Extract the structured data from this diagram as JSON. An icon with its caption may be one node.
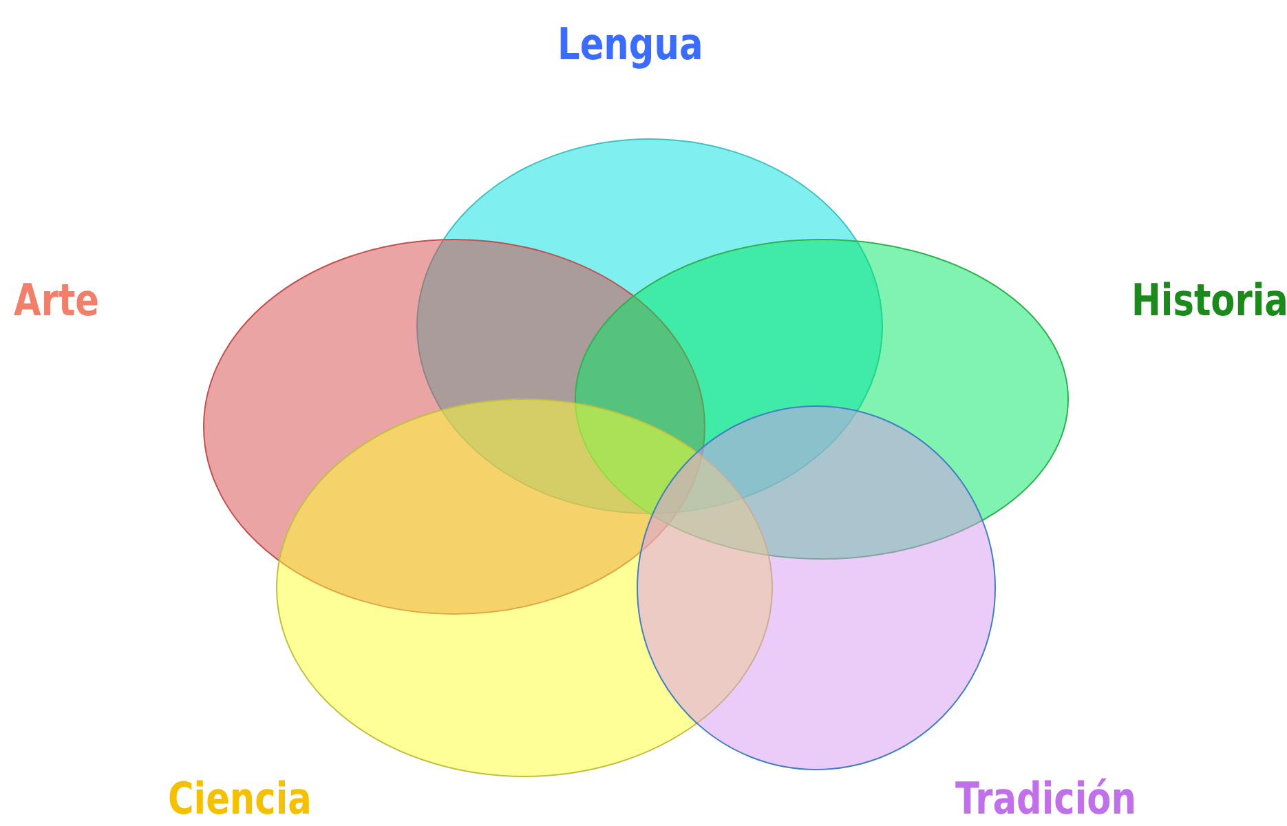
{
  "diagram": {
    "nodes": [
      {
        "text": [
          "Lengua"
        ]
      },
      {
        "text": [
          "Arte"
        ]
      },
      {
        "text": [
          "Historia"
        ]
      },
      {
        "text": [
          "Ciencia"
        ]
      },
      {
        "text": [
          "Tradición"
        ]
      }
    ]
  }
}
